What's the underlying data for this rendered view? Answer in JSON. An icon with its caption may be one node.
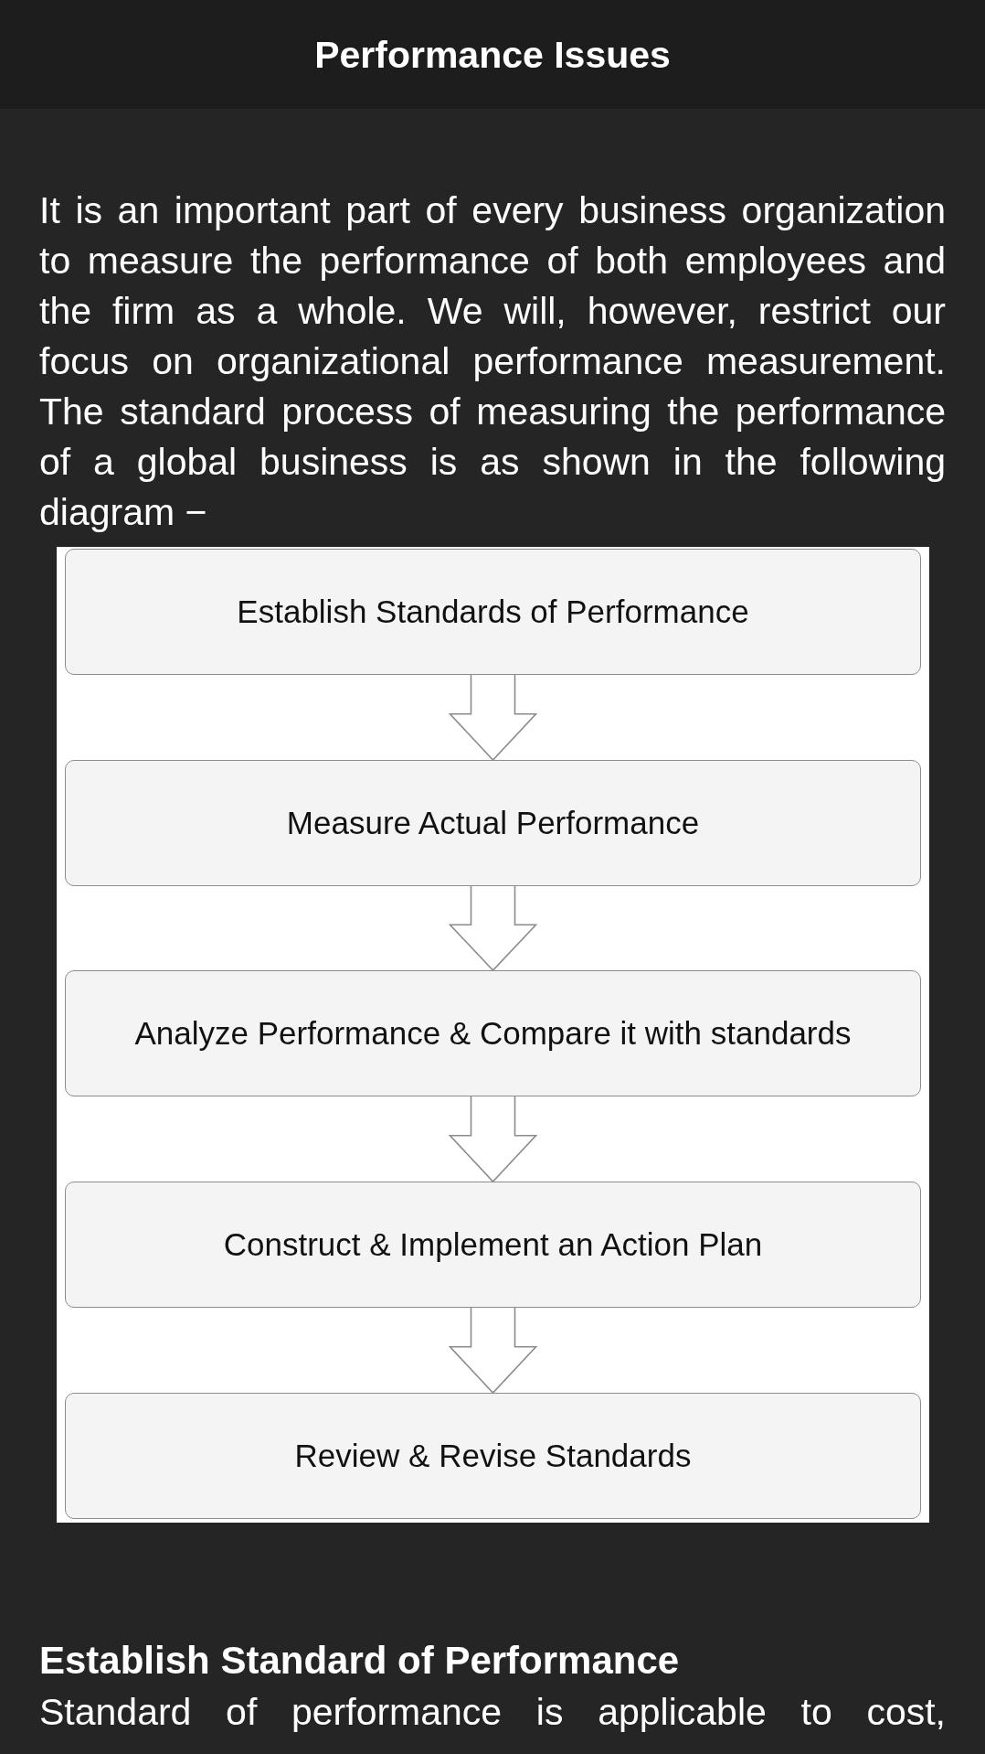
{
  "diagram": {
    "title": "Performance Issues",
    "nodes": [
      {
        "text": [
          "Establish Standards of Performance"
        ]
      },
      {
        "text": [
          "Measure Actual Performance"
        ]
      },
      {
        "text": [
          "Analyze Performance & Compare it with standards"
        ]
      },
      {
        "text": [
          "Construct & Implement an Action Plan"
        ]
      },
      {
        "text": [
          "Review & Revise Standards"
        ]
      }
    ],
    "edges": [
      {
        "from": 0,
        "to": 1,
        "arrow": "to"
      },
      {
        "from": 1,
        "to": 2,
        "arrow": "to"
      },
      {
        "from": 2,
        "to": 3,
        "arrow": "to"
      },
      {
        "from": 3,
        "to": 4,
        "arrow": "to"
      }
    ],
    "labels": [
      "It is an important part of every business organization to measure the performance of both employees and the firm as a whole. We will, however, restrict our focus on organizational performance measurement. The standard process of measuring the performance of a global business is as shown in the following diagram −",
      "Establish Standard of Performance",
      "Standard of performance is applicable to cost,"
    ]
  }
}
